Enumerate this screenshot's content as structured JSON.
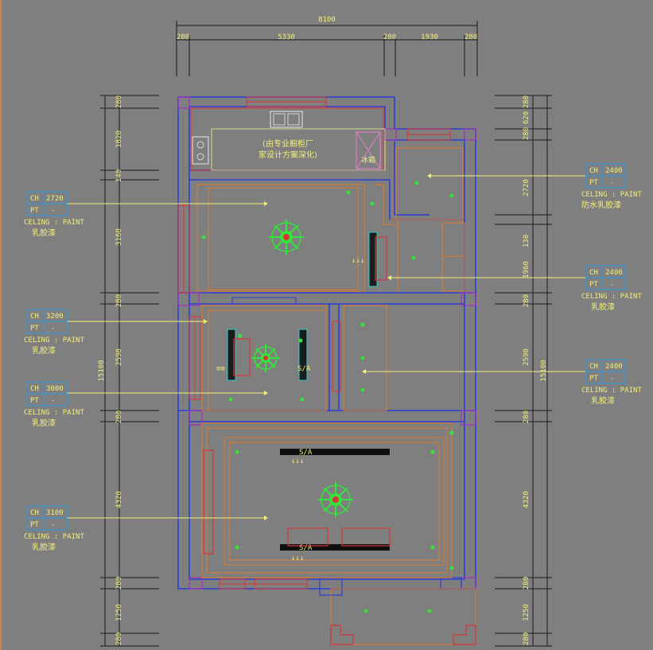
{
  "drawing": {
    "top_dims": {
      "total": "8100",
      "segments": [
        "280",
        "5330",
        "280",
        "1930",
        "280"
      ]
    },
    "left_dims": {
      "total": "15100",
      "segments": [
        "280",
        "1820",
        "140",
        "3160",
        "280",
        "2590",
        "280",
        "4320",
        "280",
        "1250",
        "280"
      ]
    },
    "right_dims": {
      "total": "15100",
      "segments": [
        "280",
        "620",
        "280",
        "2720",
        "130",
        "1960",
        "280",
        "2590",
        "280",
        "4320",
        "280",
        "1250",
        "280"
      ]
    },
    "cabinet_note": {
      "line1": "(由专业橱柜厂",
      "line2": "家设计方案深化)"
    },
    "fridge_label": "冰箱",
    "sa_label": "S/A",
    "ceiling_tags": [
      {
        "id": "l1",
        "ch_key": "CH",
        "ch": "2720",
        "pt_key": "PT",
        "pt": "-",
        "ceiling": "CELING : PAINT",
        "finish": "乳胶漆"
      },
      {
        "id": "l2",
        "ch_key": "CH",
        "ch": "3200",
        "pt_key": "PT",
        "pt": "-",
        "ceiling": "CELING : PAINT",
        "finish": "乳胶漆"
      },
      {
        "id": "l3",
        "ch_key": "CH",
        "ch": "3000",
        "pt_key": "PT",
        "pt": "-",
        "ceiling": "CELING : PAINT",
        "finish": "乳胶漆"
      },
      {
        "id": "l4",
        "ch_key": "CH",
        "ch": "3100",
        "pt_key": "PT",
        "pt": "-",
        "ceiling": "CELING : PAINT",
        "finish": "乳胶漆"
      },
      {
        "id": "r1",
        "ch_key": "CH",
        "ch": "2400",
        "pt_key": "PT",
        "pt": "-",
        "ceiling": "CELING : PAINT",
        "finish": "防水乳胶漆"
      },
      {
        "id": "r2",
        "ch_key": "CH",
        "ch": "2400",
        "pt_key": "PT",
        "pt": "-",
        "ceiling": "CELING : PAINT",
        "finish": "乳胶漆"
      },
      {
        "id": "r3",
        "ch_key": "CH",
        "ch": "2400",
        "pt_key": "PT",
        "pt": "-",
        "ceiling": "CELING : PAINT",
        "finish": "乳胶漆"
      }
    ],
    "colors": {
      "background": "#7f7f7f",
      "wall": "#2e3fd6",
      "annotation": "#f2ef7a",
      "ceiling_line": "#e07a2a",
      "furniture": "#d8343a",
      "lamp": "#36e23c",
      "wall_column": "#a030c0"
    }
  }
}
